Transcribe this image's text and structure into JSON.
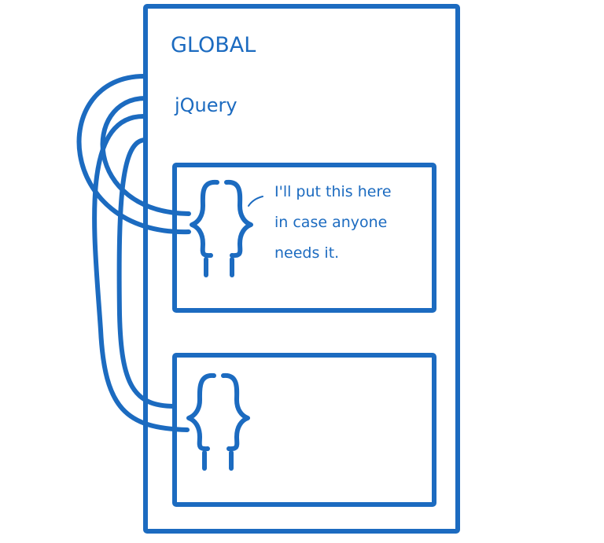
{
  "diagram": {
    "global_label": "GLOBAL",
    "library_label": "jQuery",
    "speech_lines": [
      "I'll put this here",
      "in case anyone",
      "needs it."
    ]
  },
  "colors": {
    "stroke": "#1c6bc0",
    "text": "#1c6bc0",
    "background": "#ffffff"
  }
}
